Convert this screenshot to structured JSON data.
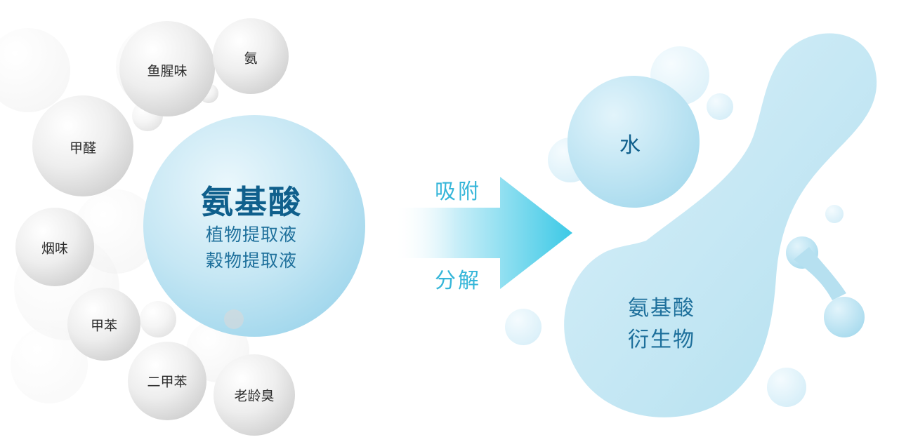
{
  "odor_molecules": [
    {
      "id": "fishy",
      "label": "鱼腥味"
    },
    {
      "id": "ammonia",
      "label": "氨"
    },
    {
      "id": "formaldehyde",
      "label": "甲醛"
    },
    {
      "id": "smoke",
      "label": "烟味"
    },
    {
      "id": "toluene",
      "label": "甲苯"
    },
    {
      "id": "xylene",
      "label": "二甲苯"
    },
    {
      "id": "aging-odor",
      "label": "老龄臭"
    }
  ],
  "central_sphere": {
    "title": "氨基酸",
    "line1": "植物提取液",
    "line2": "穀物提取液"
  },
  "arrow": {
    "top_label": "吸附",
    "bottom_label": "分解"
  },
  "result": {
    "water": "水",
    "derivative_line1": "氨基酸",
    "derivative_line2": "衍生物"
  },
  "colors": {
    "accent_cyan": "#36b6d9",
    "deep_blue": "#0f5f8c",
    "sphere_blue": "#bfe3f2",
    "grey_sphere": "#dedede"
  }
}
